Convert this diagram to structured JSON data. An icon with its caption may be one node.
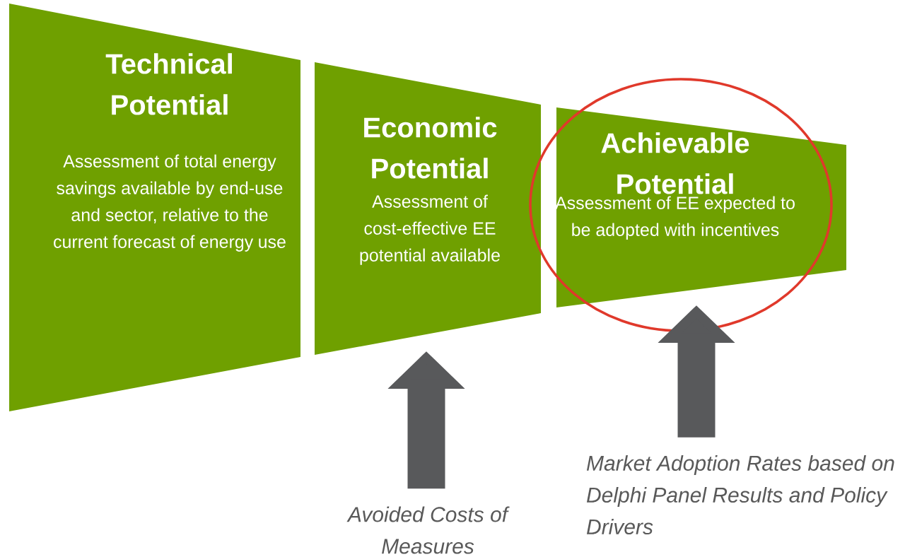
{
  "diagram": {
    "nodes": [
      {
        "text": [
          "Technical Potential",
          "Assessment of total energy savings available by end-use and sector, relative to the current forecast of energy use"
        ]
      },
      {
        "text": [
          "Economic Potential",
          "Assessment of cost-effective EE potential available"
        ]
      },
      {
        "text": [
          "Achievable Potential",
          "Assessment of EE expected to be adopted with incentives"
        ]
      },
      {
        "text": [
          "Avoided Costs of Measures"
        ]
      },
      {
        "text": [
          "Market Adoption Rates based on Delphi Panel Results and Policy Drivers"
        ]
      }
    ],
    "edges": [
      {
        "from": 3,
        "to": 1,
        "arrow": "to"
      },
      {
        "from": 4,
        "to": 2,
        "arrow": "to"
      }
    ]
  }
}
